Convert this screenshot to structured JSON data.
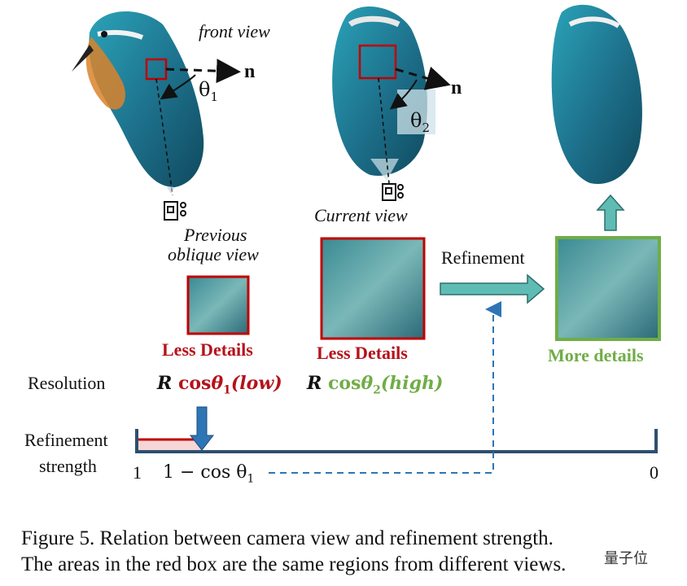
{
  "labels": {
    "front_view": "front view",
    "normal_symbol": "n⃗",
    "theta1_label": "θ",
    "theta1_sub": "1",
    "theta2_label": "θ",
    "theta2_sub": "2",
    "previous_view_line1": "Previous",
    "previous_view_line2": "oblique view",
    "current_view": "Current view",
    "refinement_arrow": "Refinement",
    "less_details_prev": "Less Details",
    "less_details_curr": "Less Details",
    "more_details": "More details",
    "resolution": "Resolution",
    "refinement_strength_line1": "Refinement",
    "refinement_strength_line2": "strength",
    "axis_left": "1",
    "axis_right": "0",
    "axis_mid_prefix": "1  − cos θ",
    "axis_mid_sub": "1"
  },
  "formulas": {
    "low": {
      "r": "R",
      "cos": "cos",
      "theta": "θ",
      "sub": "1",
      "paren": "(low)"
    },
    "high": {
      "r": "R",
      "cos": "cos",
      "theta": "θ",
      "sub": "2",
      "paren": "(high)"
    }
  },
  "caption": {
    "line1": "Figure 5. Relation between camera view and refinement strength.",
    "line2": "The areas in the red box are the same regions from different views."
  },
  "watermark": "量子位",
  "colors": {
    "red": "#b5121b",
    "green": "#70ad47",
    "blue": "#2e5f8f",
    "teal": "#4fb3b0",
    "bird_blue": "#1f8fa8",
    "bird_orange": "#d9822b"
  }
}
